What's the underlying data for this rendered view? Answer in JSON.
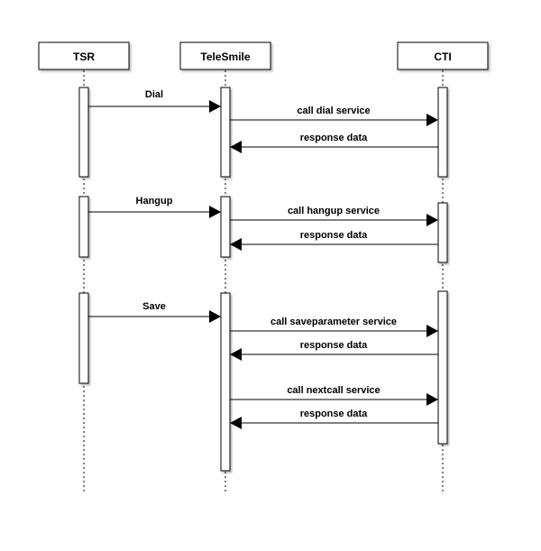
{
  "participants": {
    "tsr": "TSR",
    "telesmile": "TeleSmile",
    "cti": "CTI"
  },
  "messages": {
    "dial": "Dial",
    "call_dial_service": "call dial service",
    "response_1": "response data",
    "hangup": "Hangup",
    "call_hangup_service": "call hangup service",
    "response_2": "response data",
    "save": "Save",
    "call_saveparameter_service": "call saveparameter service",
    "response_3": "response data",
    "call_nextcall_service": "call nextcall service",
    "response_4": "response data"
  }
}
